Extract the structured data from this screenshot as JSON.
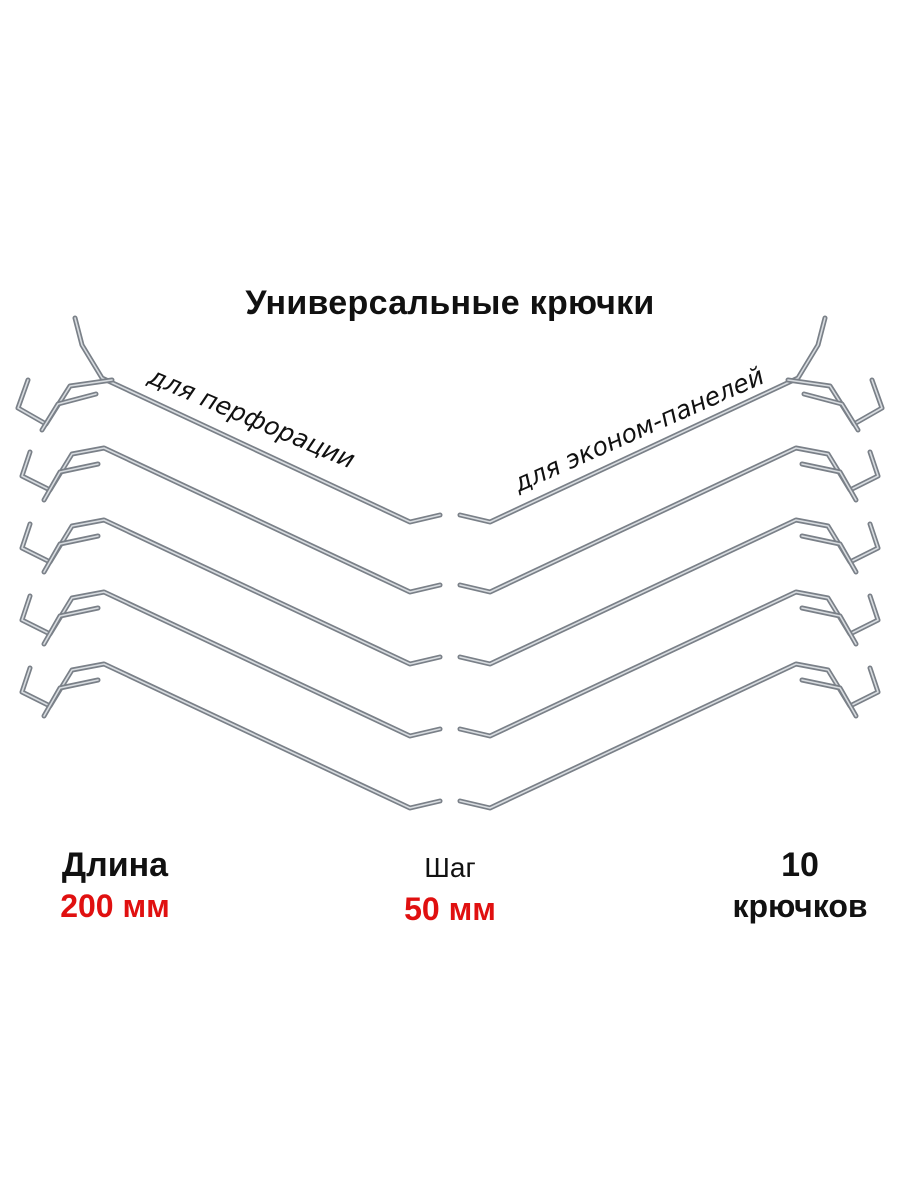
{
  "title": "Универсальные крючки",
  "tags": {
    "left": "для перфорации",
    "right": "для эконом-панелей"
  },
  "specs": {
    "length": {
      "label": "Длина",
      "value": "200 мм"
    },
    "step": {
      "label": "Шаг",
      "value": "50 мм"
    },
    "count": {
      "number": "10",
      "unit": "крючков"
    }
  },
  "colors": {
    "text": "#111111",
    "accent": "#e01010",
    "wire": "#7a8088",
    "wire_highlight": "#d8dce0"
  },
  "hooks": {
    "left_count": 5,
    "right_count": 5
  }
}
